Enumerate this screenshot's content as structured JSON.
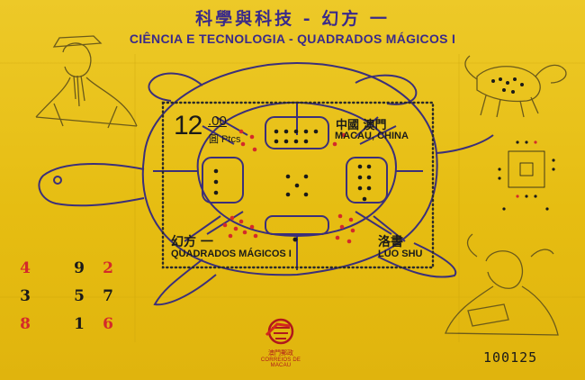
{
  "sheet": {
    "title_cn": "科學與科技 - 幻方 一",
    "title_pt": "CIÊNCIA E TECNOLOGIA - QUADRADOS MÁGICOS  I",
    "serial": "100125"
  },
  "stamp": {
    "value": "12",
    "value_decimal": ".00",
    "value_unit": "圓 Ptcs",
    "country_cn": "中國 澳門",
    "country_pt": "MACAU, CHINA",
    "magic_cn": "幻方 一",
    "magic_pt": "QUADRADOS MÁGICOS  I",
    "luoshu_cn": "洛書",
    "luoshu_pt": "LUO SHU"
  },
  "magic_square": {
    "rows": [
      [
        "4",
        "9",
        "2"
      ],
      [
        "3",
        "5",
        "7"
      ],
      [
        "8",
        "1",
        "6"
      ]
    ]
  },
  "logo": {
    "name_cn": "澳門郵政",
    "name_pt": "CORREIOS DE MACAU"
  },
  "colors": {
    "background": "#e9c21a",
    "title": "#3a2a8a",
    "red": "#d42a2a",
    "black": "#1a1a1a"
  }
}
